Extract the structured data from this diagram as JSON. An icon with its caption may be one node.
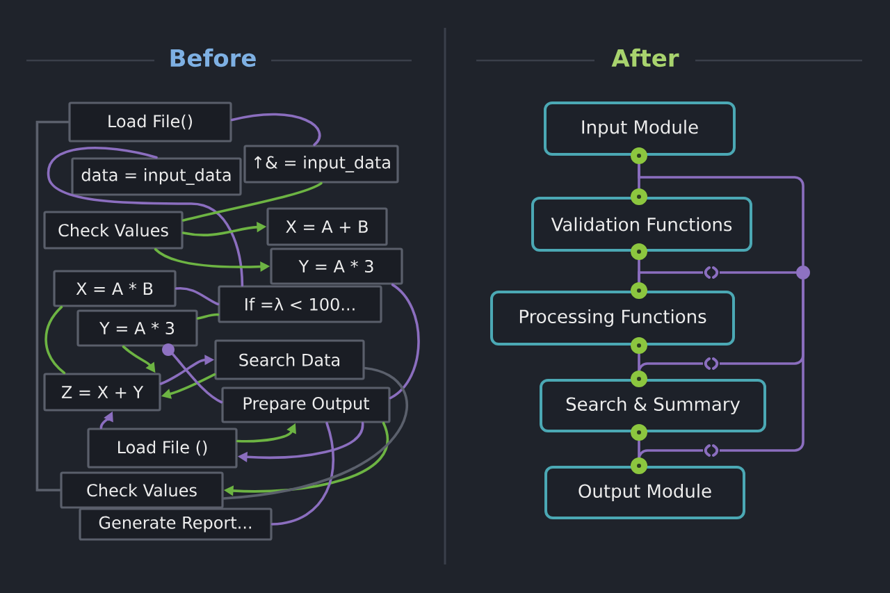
{
  "diagram": {
    "nodes": [
      {
        "text": [
          "Load File()"
        ]
      },
      {
        "text": [
          "data = input_data"
        ]
      },
      {
        "text": [
          "↑& = input_data"
        ]
      },
      {
        "text": [
          "Check Values"
        ]
      },
      {
        "text": [
          "X = A + B"
        ]
      },
      {
        "text": [
          "Y = A * 3"
        ]
      },
      {
        "text": [
          "X = A * B"
        ]
      },
      {
        "text": [
          "If =λ < 100..."
        ]
      },
      {
        "text": [
          "Y = A * 3"
        ]
      },
      {
        "text": [
          "Search Data"
        ]
      },
      {
        "text": [
          "Z = X + Y"
        ]
      },
      {
        "text": [
          "Prepare Output"
        ]
      },
      {
        "text": [
          "Load File ()"
        ]
      },
      {
        "text": [
          "Check Values"
        ]
      },
      {
        "text": [
          "Generate Report..."
        ]
      },
      {
        "text": [],
        "shape": "circle"
      },
      {
        "text": [
          "Input Module"
        ]
      },
      {
        "text": [
          "Validation Functions"
        ]
      },
      {
        "text": [
          "Processing Functions"
        ]
      },
      {
        "text": [
          "Search & Summary"
        ]
      },
      {
        "text": [
          "Output Module"
        ]
      },
      {
        "text": [],
        "shape": "circle"
      }
    ],
    "edges": [
      {
        "from": 0,
        "to": 2,
        "arrow": "none"
      },
      {
        "from": 0,
        "to": 13,
        "arrow": "none",
        "color": "#5b606c"
      },
      {
        "from": 1,
        "to": 7,
        "arrow": "none"
      },
      {
        "from": 3,
        "to": 2,
        "arrow": "none",
        "color": "#6db443"
      },
      {
        "from": 3,
        "to": 4,
        "arrow": "to",
        "color": "#6db443"
      },
      {
        "from": 3,
        "to": 5,
        "arrow": "to",
        "color": "#6db443"
      },
      {
        "from": 6,
        "to": 7,
        "arrow": "none"
      },
      {
        "from": 8,
        "to": 7,
        "arrow": "none",
        "color": "#6db443"
      },
      {
        "from": 6,
        "to": 10,
        "arrow": "none",
        "color": "#6db443"
      },
      {
        "from": 8,
        "to": 10,
        "arrow": "to",
        "color": "#6db443"
      },
      {
        "from": 9,
        "to": 10,
        "arrow": "to",
        "color": "#6db443"
      },
      {
        "from": 10,
        "to": 9,
        "arrow": "to"
      },
      {
        "from": 15,
        "to": 11,
        "arrow": "none"
      },
      {
        "from": 12,
        "to": 10,
        "arrow": "to"
      },
      {
        "from": 12,
        "to": 11,
        "arrow": "to",
        "color": "#6db443"
      },
      {
        "from": 11,
        "to": 12,
        "arrow": "to"
      },
      {
        "from": 11,
        "to": 13,
        "arrow": "to",
        "color": "#6db443"
      },
      {
        "from": 14,
        "to": 11,
        "arrow": "none"
      },
      {
        "from": 5,
        "to": 11,
        "arrow": "none"
      },
      {
        "from": 9,
        "to": 13,
        "arrow": "none",
        "color": "#5b606c"
      },
      {
        "from": 16,
        "to": 21,
        "arrow": "none"
      },
      {
        "from": 21,
        "to": 18,
        "arrow": "none"
      },
      {
        "from": 21,
        "to": 19,
        "arrow": "none"
      },
      {
        "from": 21,
        "to": 20,
        "arrow": "none"
      },
      {
        "from": 16,
        "to": 17,
        "arrow": "other"
      },
      {
        "from": 17,
        "to": 18,
        "arrow": "other"
      },
      {
        "from": 18,
        "to": 19,
        "arrow": "other"
      },
      {
        "from": 19,
        "to": 20,
        "arrow": "other"
      }
    ],
    "labels": [
      "Before",
      "After"
    ]
  }
}
